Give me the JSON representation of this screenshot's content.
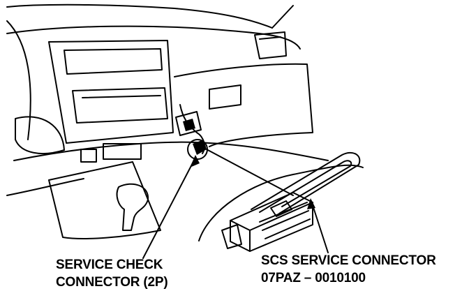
{
  "labels": {
    "service_check_line1": "SERVICE CHECK",
    "service_check_line2": "CONNECTOR (2P)",
    "scs_line1": "SCS SERVICE CONNECTOR",
    "scs_line2": "07PAZ – 0010100"
  }
}
